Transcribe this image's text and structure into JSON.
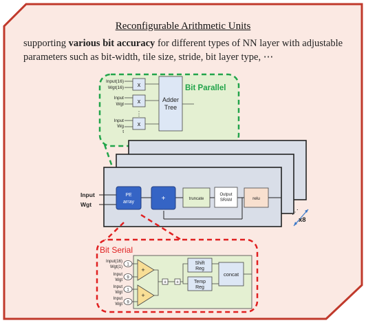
{
  "header": {
    "title": "Reconfigurable Arithmetic Units",
    "desc_pre": "supporting ",
    "desc_bold": "various bit accuracy",
    "desc_post": " for different types of NN layer with adjustable parameters such as bit-width, tile size, stride, bit layer type, ⋯"
  },
  "bit_parallel": {
    "label": "Bit Parallel",
    "inputs": [
      [
        "Input(16)",
        "Wgt(16)"
      ],
      [
        "Input",
        "Wgt"
      ],
      [
        "Input",
        "Wg",
        "t"
      ]
    ],
    "dots": "⋮",
    "mult_symbol": "x",
    "adder_line1": "Adder",
    "adder_line2": "Tree"
  },
  "pe_stack": {
    "input_label": "Input",
    "wgt_label": "Wgt",
    "pe_line1": "PE",
    "pe_line2": "array",
    "plus": "+",
    "truncate": "truncate",
    "output_line1": "Output",
    "output_line2": "SRAM",
    "relu": "relu",
    "count": "x8",
    "ellipsis": "⋰"
  },
  "bit_serial": {
    "label": "Bit Serial",
    "inputs": [
      {
        "a": "Input(16)",
        "b": "Wgt(1)",
        "n": "1"
      },
      {
        "a": "Input",
        "b": "Wgt",
        "n": "9"
      },
      {
        "a": "Input",
        "b": "Wgt",
        "n": "1"
      },
      {
        "a": "Input",
        "b": "Wgt",
        "n": "9"
      }
    ],
    "plus": "+",
    "shift_line1": "Shift",
    "shift_line2": "Reg",
    "temp_line1": "Temp",
    "temp_line2": "Reg",
    "concat": "concat"
  },
  "colors": {
    "frame": "#c0392b",
    "card": "#fbe9e3",
    "green_dash": "#21a44a",
    "red_dash": "#e02020",
    "pe_blue": "#3564c5",
    "box_blue": "#dde7f5",
    "green_fill": "#e4f0d2",
    "layer_fill": "#d9dee8"
  }
}
